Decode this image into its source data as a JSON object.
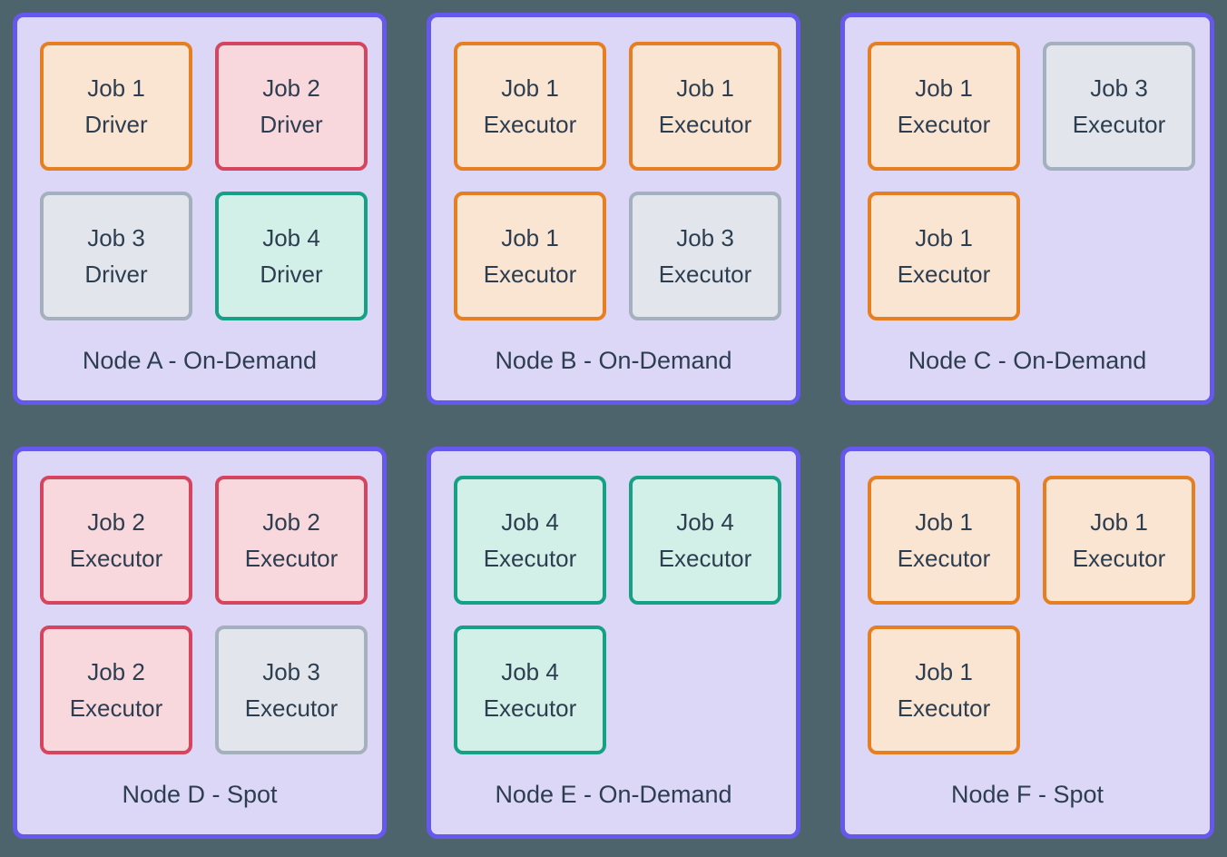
{
  "colors": {
    "page_bg": "#4d646c",
    "node_border": "#6459ec",
    "node_bg": "#ddd7f7",
    "text": "#2d3e50",
    "job_variants": {
      "orange": {
        "border": "#e67e22",
        "bg": "#fae5d3"
      },
      "red": {
        "border": "#d6455f",
        "bg": "#f8d8dc"
      },
      "gray": {
        "border": "#a4b0bd",
        "bg": "#e2e6ec"
      },
      "teal": {
        "border": "#16a085",
        "bg": "#d2f0e8"
      }
    }
  },
  "nodes": [
    {
      "id": "a",
      "label": "Node A - On-Demand",
      "jobs": [
        {
          "line1": "Job 1",
          "line2": "Driver",
          "variant": "orange"
        },
        {
          "line1": "Job 2",
          "line2": "Driver",
          "variant": "red"
        },
        {
          "line1": "Job 3",
          "line2": "Driver",
          "variant": "gray"
        },
        {
          "line1": "Job 4",
          "line2": "Driver",
          "variant": "teal"
        }
      ]
    },
    {
      "id": "b",
      "label": "Node B - On-Demand",
      "jobs": [
        {
          "line1": "Job 1",
          "line2": "Executor",
          "variant": "orange"
        },
        {
          "line1": "Job 1",
          "line2": "Executor",
          "variant": "orange"
        },
        {
          "line1": "Job 1",
          "line2": "Executor",
          "variant": "orange"
        },
        {
          "line1": "Job 3",
          "line2": "Executor",
          "variant": "gray"
        }
      ]
    },
    {
      "id": "c",
      "label": "Node C - On-Demand",
      "jobs": [
        {
          "line1": "Job 1",
          "line2": "Executor",
          "variant": "orange"
        },
        {
          "line1": "Job 3",
          "line2": "Executor",
          "variant": "gray"
        },
        {
          "line1": "Job 1",
          "line2": "Executor",
          "variant": "orange"
        }
      ]
    },
    {
      "id": "d",
      "label": "Node D - Spot",
      "jobs": [
        {
          "line1": "Job 2",
          "line2": "Executor",
          "variant": "red"
        },
        {
          "line1": "Job 2",
          "line2": "Executor",
          "variant": "red"
        },
        {
          "line1": "Job 2",
          "line2": "Executor",
          "variant": "red"
        },
        {
          "line1": "Job 3",
          "line2": "Executor",
          "variant": "gray"
        }
      ]
    },
    {
      "id": "e",
      "label": "Node E - On-Demand",
      "jobs": [
        {
          "line1": "Job 4",
          "line2": "Executor",
          "variant": "teal"
        },
        {
          "line1": "Job 4",
          "line2": "Executor",
          "variant": "teal"
        },
        {
          "line1": "Job 4",
          "line2": "Executor",
          "variant": "teal"
        }
      ]
    },
    {
      "id": "f",
      "label": "Node F - Spot",
      "jobs": [
        {
          "line1": "Job 1",
          "line2": "Executor",
          "variant": "orange"
        },
        {
          "line1": "Job 1",
          "line2": "Executor",
          "variant": "orange"
        },
        {
          "line1": "Job 1",
          "line2": "Executor",
          "variant": "orange"
        }
      ]
    }
  ]
}
